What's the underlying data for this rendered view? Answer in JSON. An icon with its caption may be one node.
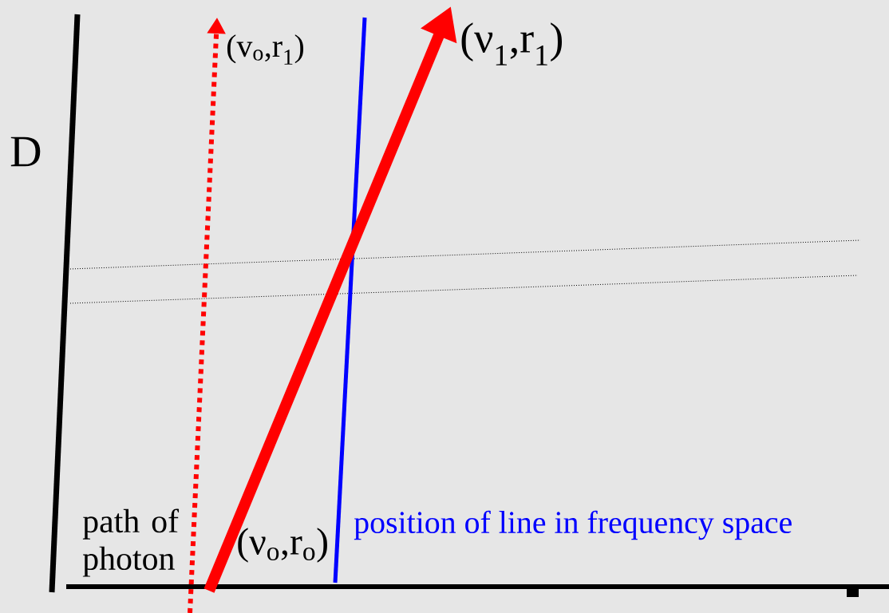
{
  "diagram": {
    "labels": [
      "D",
      "(v$_{o}$,r$_{1}$)",
      "(ν$_{1}$,r$_{1}$)",
      "path of photon",
      "(ν$_{o}$,r$_{o}$)",
      "position of line in frequency space"
    ]
  }
}
